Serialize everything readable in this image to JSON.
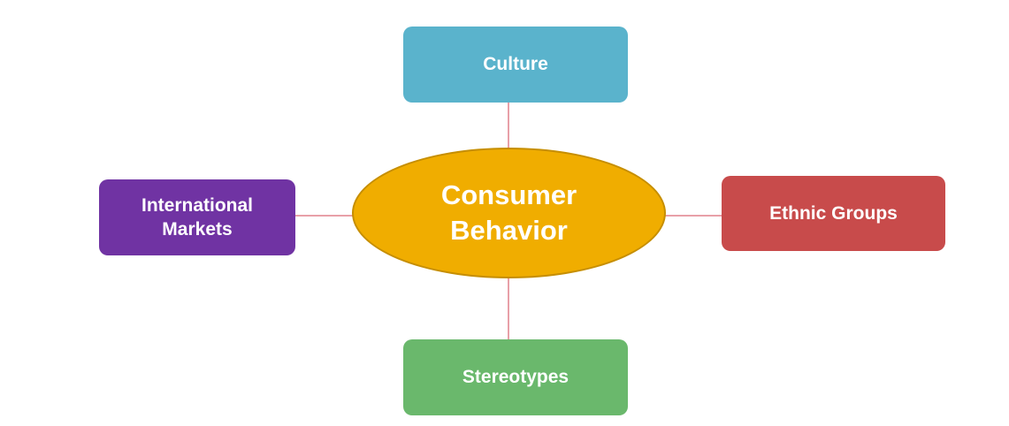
{
  "diagram": {
    "center": {
      "line1": "Consumer",
      "line2": "Behavior",
      "color": "#f0ad00"
    },
    "nodes": {
      "top": {
        "label": "Culture",
        "color": "#5ab3cc"
      },
      "right": {
        "label": "Ethnic Groups",
        "color": "#c84b4b"
      },
      "bottom": {
        "label": "Stereotypes",
        "color": "#6ab86c"
      },
      "left": {
        "line1": "International",
        "line2": "Markets",
        "color": "#7033a3"
      }
    },
    "connector_color": "#e8a0a8"
  }
}
